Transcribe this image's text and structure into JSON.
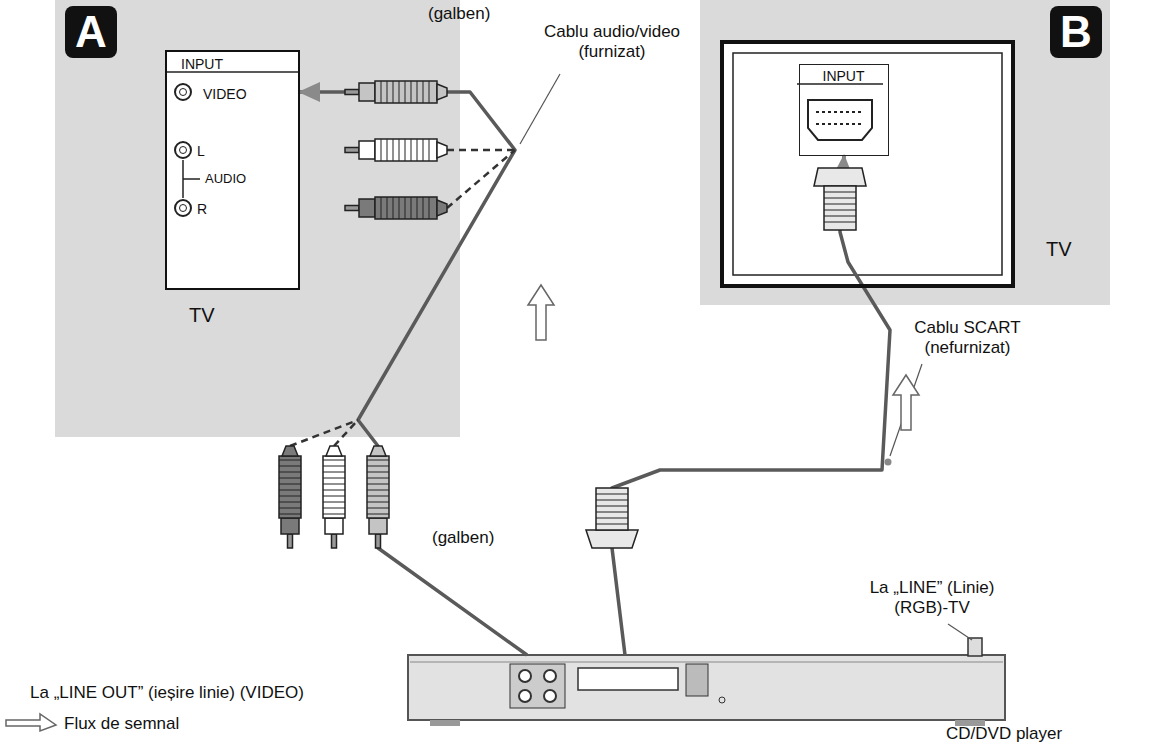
{
  "diagram": {
    "nodes": [
      {
        "text": [
          "A"
        ]
      },
      {
        "text": [
          "INPUT",
          "VIDEO",
          "L",
          "AUDIO",
          "R",
          "TV"
        ],
        "in": 0
      },
      {
        "text": [
          "B"
        ]
      },
      {
        "text": [
          "TV"
        ],
        "in": 2
      },
      {
        "text": [
          "INPUT"
        ],
        "in": 3
      },
      {
        "text": [
          "CD/DVD player"
        ]
      }
    ],
    "edges": [
      {
        "from": 5,
        "to": 1,
        "arrow": "to"
      },
      {
        "from": 5,
        "to": 4,
        "arrow": "to"
      }
    ],
    "labels": [
      "(galben)",
      "Cablu audio/video (furnizat)",
      "(galben)",
      "Cablu SCART (nefurnizat)",
      "La „LINE OUT” (ieșire linie) (VIDEO)",
      "La „LINE” (Linie) (RGB)-TV"
    ],
    "legend": [
      {
        "text": "Flux de semnal"
      }
    ]
  }
}
